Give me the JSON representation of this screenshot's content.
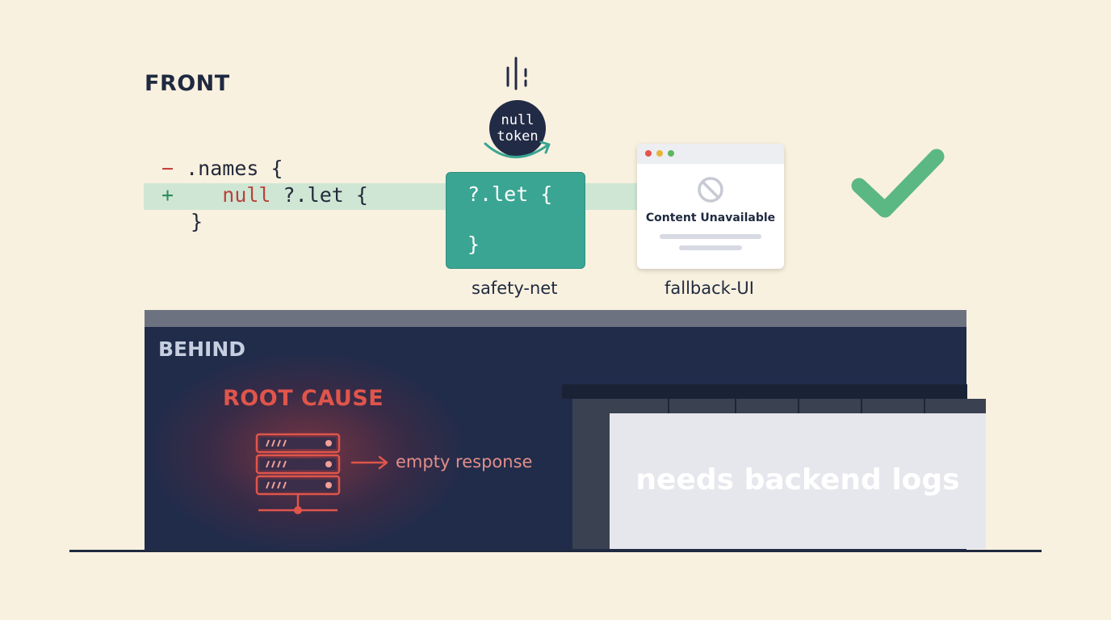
{
  "front": {
    "label": "FRONT",
    "diff": {
      "minus_sign": "−",
      "line1": ".names {",
      "plus_sign": "+",
      "null_keyword": "null",
      "line2_rest": " ?.let {",
      "line3": "}"
    },
    "token": {
      "line1": "null",
      "line2": "token"
    },
    "safety_net": {
      "line1": "?.let {",
      "line2": "}",
      "caption": "safety-net"
    },
    "fallback": {
      "message": "Content Unavailable",
      "caption": "fallback-UI"
    }
  },
  "behind": {
    "label": "BEHIND",
    "root_cause": "ROOT  CAUSE",
    "response": "empty response",
    "curtain_text": "needs backend logs"
  },
  "colors": {
    "background": "#f9f1df",
    "safety_net": "#3aa593",
    "check": "#5cb882",
    "root_cause": "#e0554b",
    "panel": "#202c4a"
  },
  "icons": [
    "falling-motion-icon",
    "curved-arrow-icon",
    "no-entry-icon",
    "checkmark-icon",
    "server-icon",
    "arrow-right-icon"
  ]
}
